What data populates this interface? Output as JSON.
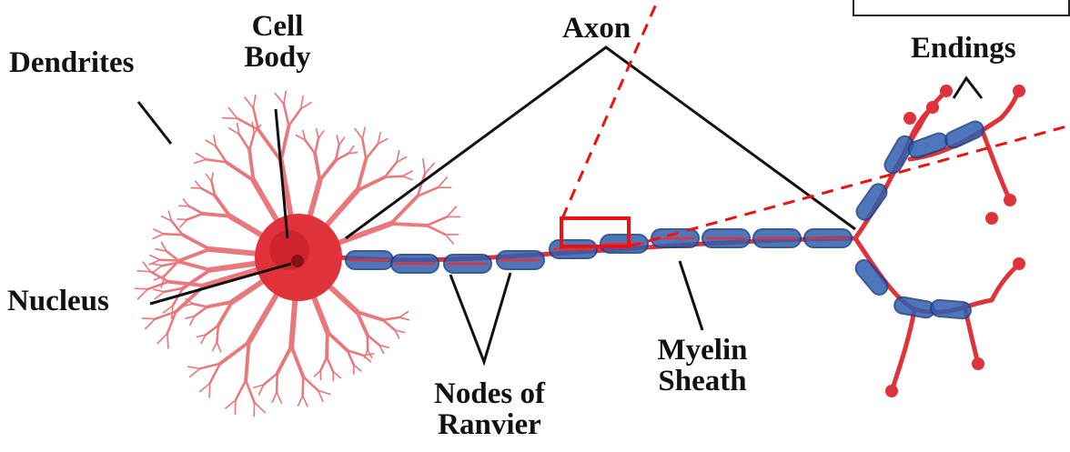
{
  "labels": {
    "dendrites": "Dendrites",
    "cell_body_line1": "Cell",
    "cell_body_line2": "Body",
    "axon": "Axon",
    "endings": "Endings",
    "nucleus": "Nucleus",
    "nodes_line1": "Nodes of",
    "nodes_line2": "Ranvier",
    "myelin_line1": "Myelin",
    "myelin_line2": "Sheath"
  },
  "colors": {
    "neuron": "#e0323a",
    "dendrite": "#e8787c",
    "myelin": "#2f5fb0",
    "highlight": "#ee1111",
    "leader": "#111111"
  }
}
